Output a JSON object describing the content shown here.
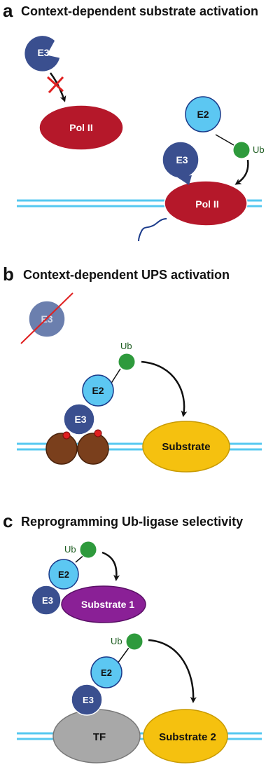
{
  "colors": {
    "e3": "#3a4f8f",
    "e2": "#5cc7f2",
    "ub": "#2e9a3c",
    "pol_ii": "#b5182a",
    "substrate": "#f5c10f",
    "substrate1": "#8a2096",
    "tf": "#a8a8a8",
    "nucleosome": "#7a3f1c",
    "dna": "#56c8f0",
    "cross": "#e02020"
  },
  "panel_a": {
    "letter": "a",
    "title": "Context-dependent substrate activation",
    "e3": "E3",
    "pol_ii_top": "Pol II",
    "e2": "E2",
    "ub": "Ub",
    "e3_bound": "E3",
    "pol_ii_bound": "Pol II"
  },
  "panel_b": {
    "letter": "b",
    "title": "Context-dependent UPS activation",
    "e3_crossed": "E3",
    "ub": "Ub",
    "e2": "E2",
    "e3": "E3",
    "substrate": "Substrate"
  },
  "panel_c": {
    "letter": "c",
    "title": "Reprogramming Ub-ligase selectivity",
    "ub1": "Ub",
    "e2_1": "E2",
    "e3_1": "E3",
    "substrate1": "Substrate 1",
    "ub2": "Ub",
    "e2_2": "E2",
    "e3_2": "E3",
    "tf": "TF",
    "substrate2": "Substrate 2"
  }
}
